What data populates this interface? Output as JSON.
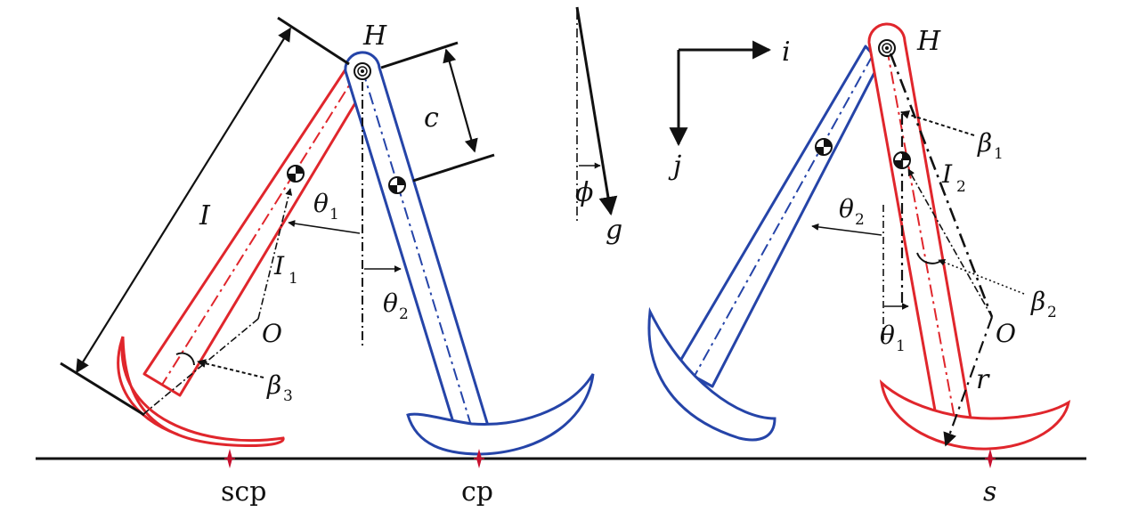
{
  "labels": {
    "hip_left": "H",
    "hip_right": "H",
    "leg_length": "I",
    "offset_c": "c",
    "theta1_left": "θ",
    "theta1_left_sub": "1",
    "theta2_left": "θ",
    "theta2_left_sub": "2",
    "i1": "I",
    "i1_sub": "1",
    "o_left": "O",
    "beta3": "β",
    "beta3_sub": "3",
    "phi": "ϕ",
    "gravity": "g",
    "axis_i": "i",
    "axis_j": "j",
    "theta2_right": "θ",
    "theta2_right_sub": "2",
    "theta1_right": "θ",
    "theta1_right_sub": "1",
    "beta1": "β",
    "beta1_sub": "1",
    "i2": "I",
    "i2_sub": "2",
    "beta2": "β",
    "beta2_sub": "2",
    "o_right": "O",
    "radius_r": "r",
    "ground_scp": "scp",
    "ground_cp": "cp",
    "ground_s": "s"
  },
  "colors": {
    "stance_leg": "#e0262c",
    "swing_leg": "#2544a8",
    "ink": "#111111",
    "contact_marker": "#c8102e"
  }
}
